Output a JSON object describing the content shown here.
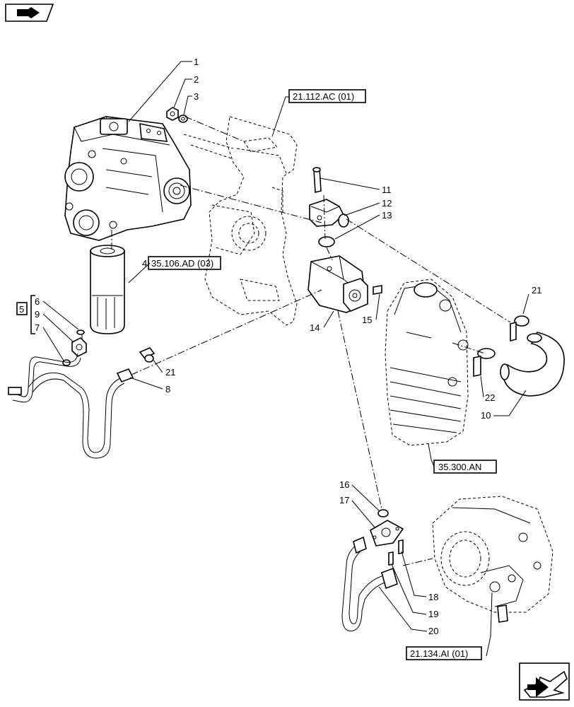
{
  "callouts": {
    "c1": "1",
    "c2": "2",
    "c3": "3",
    "c4": "4",
    "c5": "5",
    "c6": "6",
    "c7": "7",
    "c8": "8",
    "c9": "9",
    "c10": "10",
    "c11": "11",
    "c12": "12",
    "c13": "13",
    "c14": "14",
    "c15": "15",
    "c16": "16",
    "c17": "17",
    "c18": "18",
    "c19": "19",
    "c20": "20",
    "c21a": "21",
    "c21b": "21",
    "c22": "22"
  },
  "references": {
    "r1": "21.112.AC (01)",
    "r2": "35.106.AD (03)",
    "r3": "35.300.AN",
    "r4": "21.134.AI (01)"
  },
  "icons": {
    "top_left": "book-hand-icon",
    "bottom_right": "next-page-arrow-icon"
  }
}
